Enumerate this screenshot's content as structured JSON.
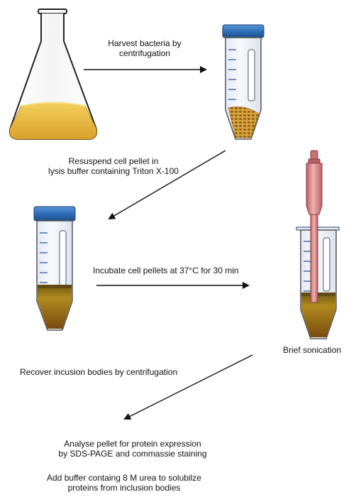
{
  "steps": {
    "harvest": {
      "line1": "Harvest  bacteria by",
      "line2": "centrifugation"
    },
    "resuspend": {
      "line1": "Resuspend cell pellet  in",
      "line2": "lysis buffer containing Triton X-100"
    },
    "incubate": {
      "text": "Incubate cell pellets at 37°C for 30 min"
    },
    "sonication": {
      "text": "Brief sonication"
    },
    "recover": {
      "text": "Recover incusion bodies by centrifugation"
    },
    "analyse": {
      "line1": "Analyse pellet for protein expression",
      "line2": "by SDS-PAGE and commassie staining"
    },
    "urea": {
      "line1": "Add buffer containg 8 M urea to solubilze",
      "line2": "proteins from inclusion bodies"
    }
  },
  "icons": {
    "flask": "erlenmeyer-flask-icon",
    "tube": "centrifuge-tube-icon",
    "sonicator": "sonicator-probe-icon"
  },
  "colors": {
    "culture": "#E5B535",
    "tube_cap": "#2F6FB8",
    "tube_body": "#EEF2F8",
    "pellet_cells": "#B8862E",
    "pellet_lysate": "#8A6A14",
    "probe": "#D98A8A",
    "arrow": "#111111"
  }
}
